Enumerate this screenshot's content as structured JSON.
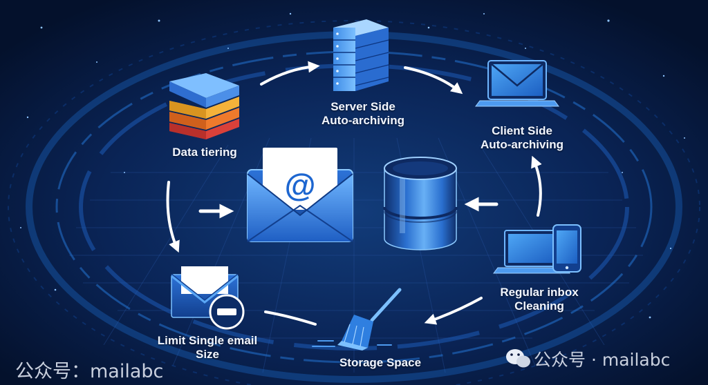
{
  "labels": {
    "data_tiering": [
      "Data tiering"
    ],
    "server_side": [
      "Server Side",
      "Auto-archiving"
    ],
    "client_side": [
      "Client Side",
      "Auto-archiving"
    ],
    "regular_inbox": [
      "Regular inbox",
      "Cleaning"
    ],
    "storage_space": [
      "Storage Space"
    ],
    "limit_email": [
      "Limit Single email",
      "Size"
    ]
  },
  "envelope_symbol": "@",
  "watermark": {
    "left": "公众号：mailabc",
    "right": "公众号 · mailabc"
  },
  "icons": [
    "layers-icon",
    "server-rack-icon",
    "laptop-icon",
    "laptop-phone-icon",
    "broom-icon",
    "envelope-block-icon",
    "email-envelope-icon",
    "database-cylinder-icon",
    "wechat-icon"
  ],
  "colors": {
    "background": "#06163a",
    "accent": "#2f8fe8",
    "tier_blue": "#3f86e0",
    "tier_yellow": "#f4b23a",
    "tier_orange": "#ef7a2c",
    "tier_red": "#e0453c"
  }
}
